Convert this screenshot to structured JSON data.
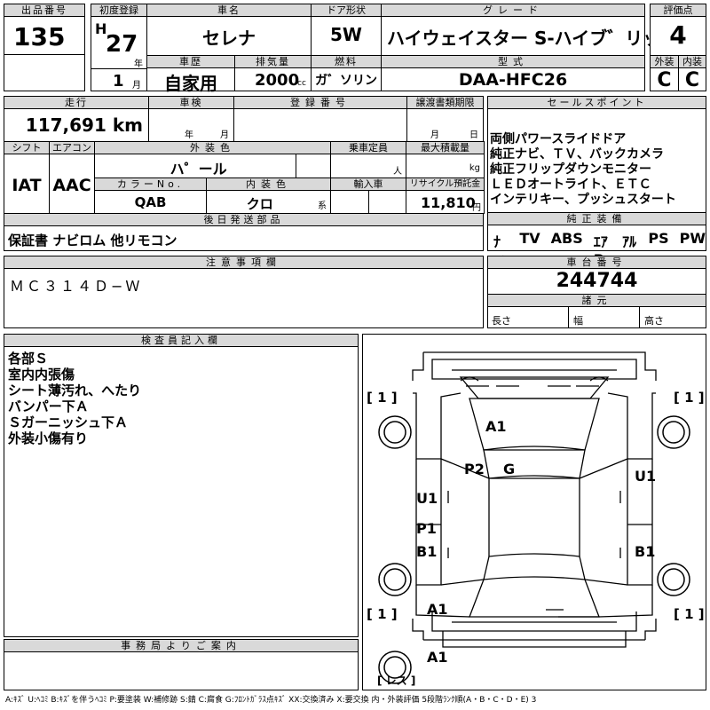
{
  "header": {
    "lot_label": "出品番号",
    "lot_value": "135",
    "first_reg_label": "初度登録",
    "era": "H",
    "year": "27",
    "year_unit": "年",
    "month": "1",
    "month_unit": "月",
    "name_label": "車名",
    "name_value": "セレナ",
    "door_label": "ドア形状",
    "door_value": "5W",
    "grade_label": "グレード",
    "grade_value": "ハイウェイスター S-ハイブ゛リット゛",
    "score_label": "評価点",
    "score_value": "4",
    "history_label": "車歴",
    "history_value": "自家用",
    "displacement_label": "排気量",
    "displacement_value": "2000",
    "displacement_unit": "cc",
    "fuel_label": "燃料",
    "fuel_value": "ガ゛ソリン",
    "model_label": "型式",
    "model_value": "DAA-HFC26",
    "exterior_label": "外装",
    "exterior_value": "C",
    "interior_label": "内装",
    "interior_value": "C"
  },
  "row2": {
    "mileage_label": "走行",
    "mileage_value": "117,691 km",
    "inspection_label": "車検",
    "inspection_year_unit": "年",
    "inspection_month_unit": "月",
    "reg_no_label": "登録番号",
    "transfer_label": "譲渡書類期限",
    "transfer_month_unit": "月",
    "transfer_day_unit": "日"
  },
  "sales": {
    "label": "セールスポイント",
    "lines": [
      "両側パワースライドドア",
      "純正ナビ、ＴＶ、バックカメラ",
      "純正フリップダウンモニター",
      "ＬＥＤオートライト、ＥＴＣ",
      "インテリキー、プッシュスタート"
    ]
  },
  "spec": {
    "shift_label": "シフト",
    "shift_value": "IAT",
    "ac_label": "エアコン",
    "ac_value": "AAC",
    "color_label": "外装色",
    "color_value": "ハ゜ール",
    "capacity_label": "乗車定員",
    "capacity_unit": "人",
    "load_label": "最大積載量",
    "load_unit": "kg",
    "color_no_label": "カラーNo.",
    "color_no_value": "QAB",
    "int_color_label": "内装色",
    "int_color_value": "クロ",
    "int_color_unit": "系",
    "import_label": "輸入車",
    "recycle_label": "リサイクル預託金",
    "recycle_value": "11,810",
    "recycle_unit": "円"
  },
  "parts": {
    "label": "後日発送部品",
    "value": "保証書 ナビロム 他リモコン"
  },
  "equipment": {
    "label": "純正装備",
    "items": [
      "ﾅﾋﾞ",
      "TV",
      "ABS",
      "ｴｱB",
      "ｱﾙﾐ",
      "PS",
      "PW"
    ]
  },
  "notes": {
    "label": "注意事項欄",
    "value": "ＭＣ３１４Ｄ−Ｗ"
  },
  "chassis": {
    "label": "車台番号",
    "value": "244744",
    "dims_label": "諸元",
    "length_label": "長さ",
    "width_label": "幅",
    "height_label": "高さ"
  },
  "inspector": {
    "label": "検査員記入欄",
    "lines": [
      "各部Ｓ",
      "室内内張傷",
      "シート薄汚れ、へたり",
      "バンパー下Ａ",
      "Ｓガーニッシュ下Ａ",
      "外装小傷有り"
    ]
  },
  "office": {
    "label": "事務局よりご案内"
  },
  "diagram": {
    "tire_fl": "[ 1 ]",
    "tire_fr": "[ 1 ]",
    "tire_rl": "[ 1 ]",
    "tire_rr": "[ 1 ]",
    "spare": "[ レス ]",
    "hood": "A1",
    "windshield": "G",
    "pillar": "P2",
    "left_front": "U1",
    "right_front": "U1",
    "left_p": "P1",
    "left_rear": "B1",
    "right_rear": "B1",
    "rear_bumper": "A1",
    "rear_lower": "A1"
  },
  "legend": "A:ｷｽﾞ U:ﾍｺﾐ B:ｷｽﾞを伴うﾍｺﾐ P:要塗装 W:補修跡 S:錆 C:腐食 G:ﾌﾛﾝﾄｶﾞﾗｽ点ｷｽﾞ XX:交換済み X:要交換  内・外装評価  5段階ﾗﾝｸ順(A・B・C・D・E) 3"
}
